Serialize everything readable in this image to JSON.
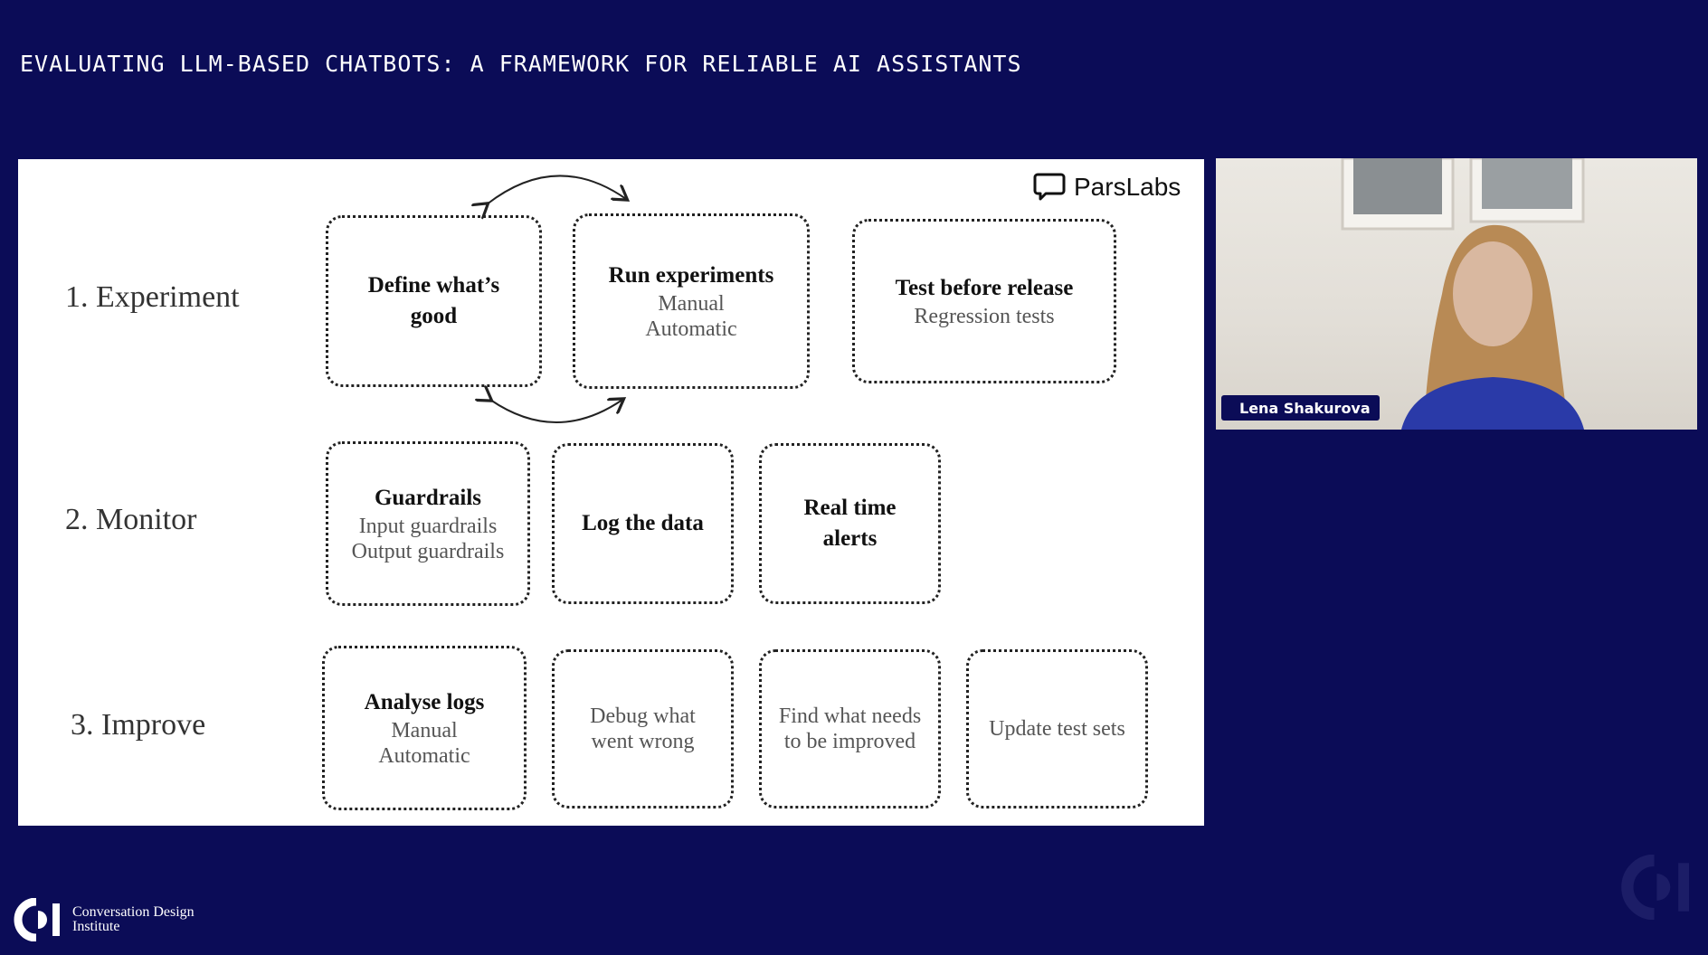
{
  "header": {
    "title": "EVALUATING LLM-BASED CHATBOTS: A FRAMEWORK FOR RELIABLE AI ASSISTANTS"
  },
  "slide": {
    "logo": {
      "text": "ParsLabs",
      "icon": "speech-bubble-icon"
    },
    "rows": [
      {
        "label": "1. Experiment"
      },
      {
        "label": "2. Monitor"
      },
      {
        "label": "3. Improve"
      }
    ],
    "boxes": {
      "define_good": {
        "title": "Define what’s good"
      },
      "run_experiments": {
        "title": "Run experiments",
        "sub1": "Manual",
        "sub2": "Automatic"
      },
      "test_release": {
        "title": "Test before release",
        "sub1": "Regression tests"
      },
      "guardrails": {
        "title": "Guardrails",
        "sub1": "Input guardrails",
        "sub2": "Output guardrails"
      },
      "log_data": {
        "title": "Log the data"
      },
      "realtime_alerts": {
        "title": "Real time alerts"
      },
      "analyse_logs": {
        "title": "Analyse logs",
        "sub1": "Manual",
        "sub2": "Automatic"
      },
      "debug": {
        "sub1": "Debug what went wrong"
      },
      "find_improve": {
        "sub1": "Find what needs to be improved"
      },
      "update_tests": {
        "sub1": "Update test sets"
      }
    }
  },
  "video": {
    "speaker_name": "Lena Shakurova"
  },
  "footer": {
    "org_line1": "Conversation Design",
    "org_line2": "Institute"
  },
  "colors": {
    "background": "#0b0c57",
    "slide": "#ffffff",
    "border": "#222222"
  }
}
